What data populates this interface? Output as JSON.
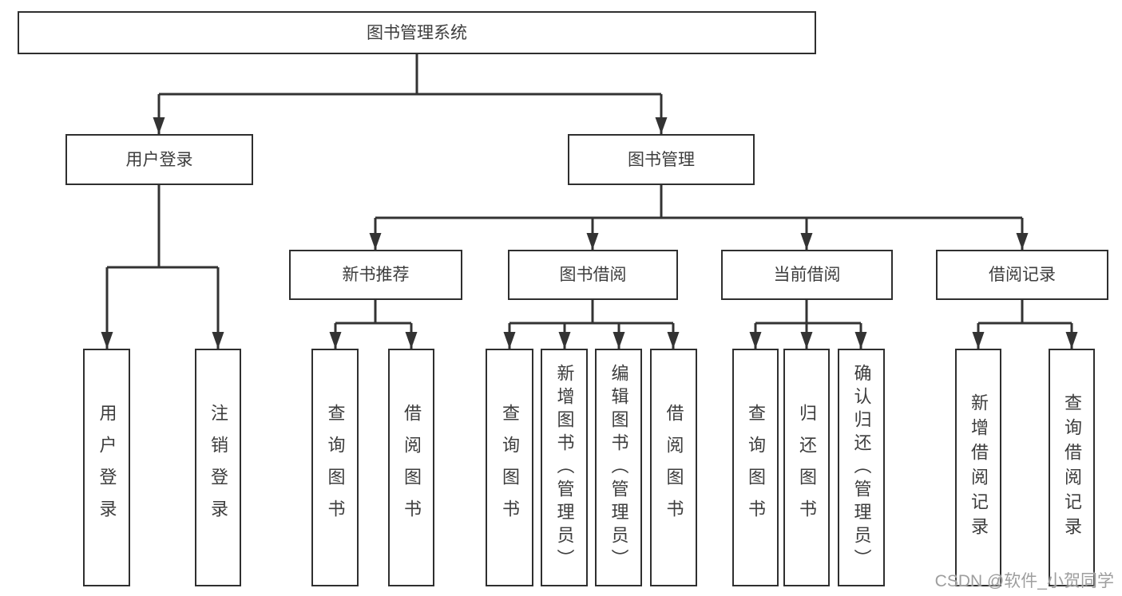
{
  "nodes": {
    "root": "图书管理系统",
    "level2": [
      "用户登录",
      "图书管理"
    ],
    "level3": [
      "新书推荐",
      "图书借阅",
      "当前借阅",
      "借阅记录"
    ],
    "leaves": {
      "login": [
        "用户登录",
        "注销登录"
      ],
      "recommend": [
        "查询图书",
        "借阅图书"
      ],
      "borrow": [
        "查询图书",
        "新增图书（管理员）",
        "编辑图书（管理员）",
        "借阅图书"
      ],
      "current": [
        "查询图书",
        "归还图书",
        "确认归还（管理员）"
      ],
      "records": [
        "新增借阅记录",
        "查询借阅记录"
      ]
    }
  },
  "watermark": "CSDN @软件_小贺同学",
  "colors": {
    "line": "#333333",
    "box_border": "#2f2f2f",
    "text": "#3d3d3d",
    "watermark": "#9e9e9e",
    "background": "#ffffff"
  }
}
